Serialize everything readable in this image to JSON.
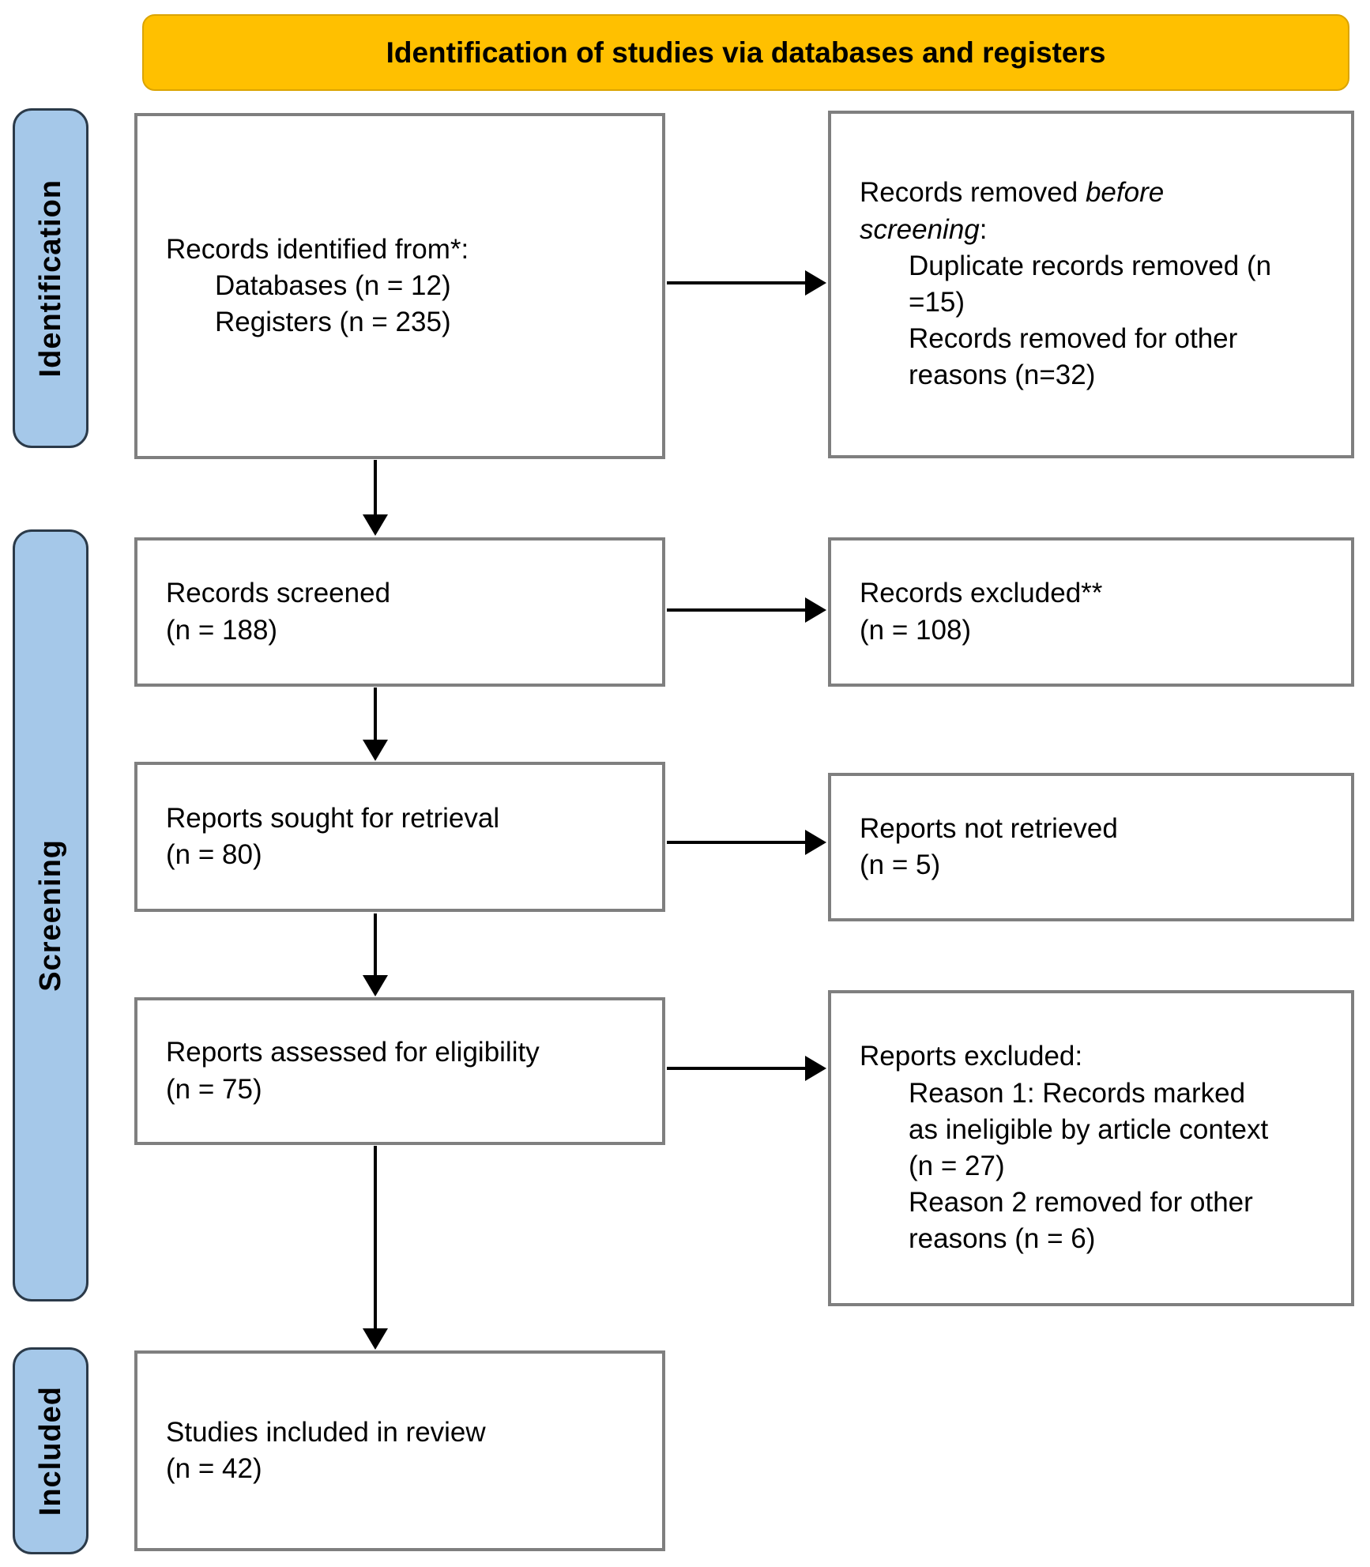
{
  "banner": {
    "label": "Identification of studies via databases and registers"
  },
  "sidebar": {
    "identification": "Identification",
    "screening": "Screening",
    "included": "Included"
  },
  "flow": {
    "records_identified": {
      "heading": "Records identified from*:",
      "items": [
        "Databases (n = 12)",
        "Registers (n = 235)"
      ]
    },
    "records_removed": {
      "prefix": "Records removed ",
      "italic": "before\nscreening",
      "colon": ":",
      "items": [
        "Duplicate records removed (n\n=15)",
        "Records removed for other\nreasons (n=32)"
      ]
    },
    "records_screened": {
      "text": "Records screened\n(n = 188)"
    },
    "records_excluded": {
      "text": "Records excluded**\n(n = 108)"
    },
    "reports_sought": {
      "text": "Reports sought for retrieval\n(n = 80)"
    },
    "reports_not_retrieved": {
      "text": "Reports not retrieved\n(n = 5)"
    },
    "reports_assessed": {
      "text": "Reports assessed for eligibility\n(n = 75)"
    },
    "reports_excluded": {
      "heading": "Reports excluded:",
      "items": [
        "Reason 1: Records marked\nas ineligible by article context\n(n = 27)",
        "Reason 2 removed for other\nreasons (n = 6)"
      ]
    },
    "studies_included": {
      "text": "Studies included in review\n(n = 42)"
    }
  },
  "colors": {
    "banner_bg": "#FFC000",
    "stage_bg": "#A5C8E9",
    "box_border": "#7F7F7F",
    "arrow": "#000000"
  }
}
